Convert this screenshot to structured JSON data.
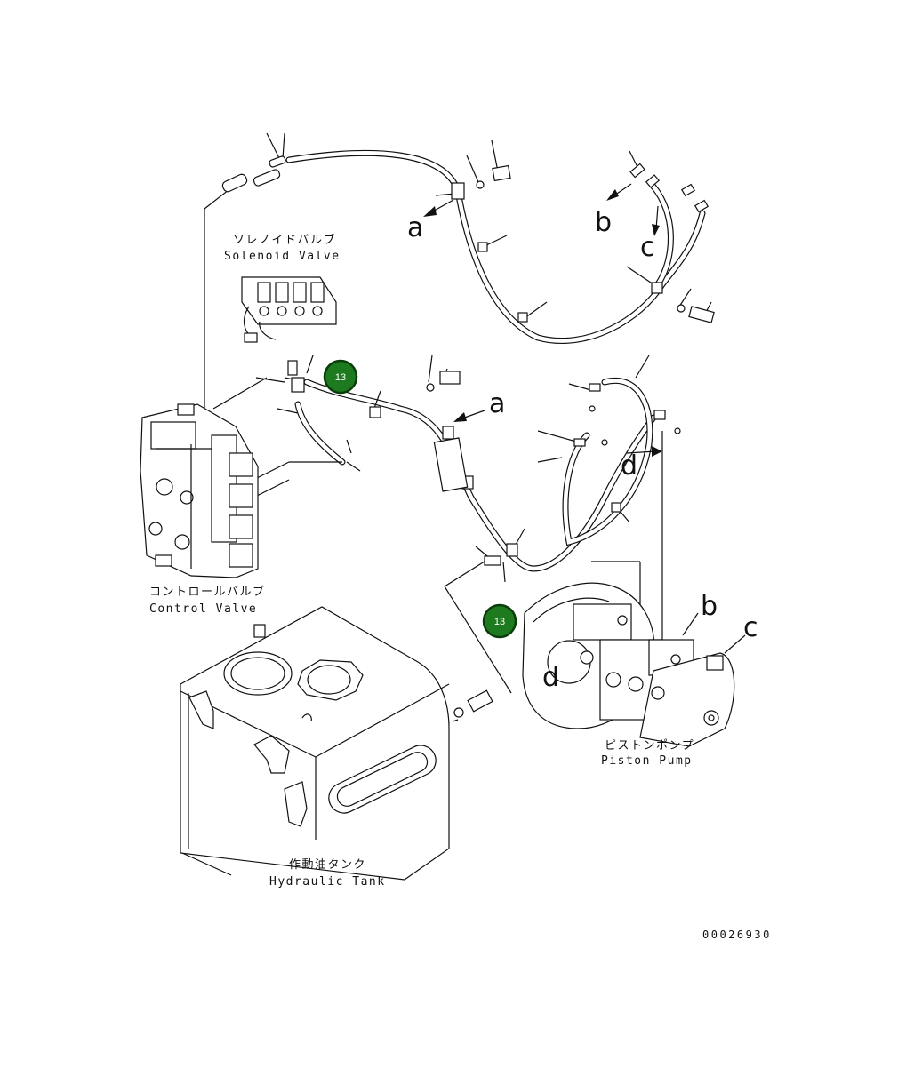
{
  "labels": {
    "solenoid_jp": "ソレノイドバルブ",
    "solenoid_en": "Solenoid Valve",
    "control_jp": "コントロールバルブ",
    "control_en": "Control Valve",
    "pump_jp": "ピストンポンプ",
    "pump_en": "Piston Pump",
    "tank_jp": "作動油タンク",
    "tank_en": "Hydraulic Tank"
  },
  "ref_letters": [
    "a",
    "a",
    "b",
    "b",
    "c",
    "c",
    "d",
    "d"
  ],
  "callouts": [
    {
      "number": "13",
      "color": "#1e7a1e"
    },
    {
      "number": "13",
      "color": "#1e7a1e"
    }
  ],
  "drawing_number": "00026930"
}
